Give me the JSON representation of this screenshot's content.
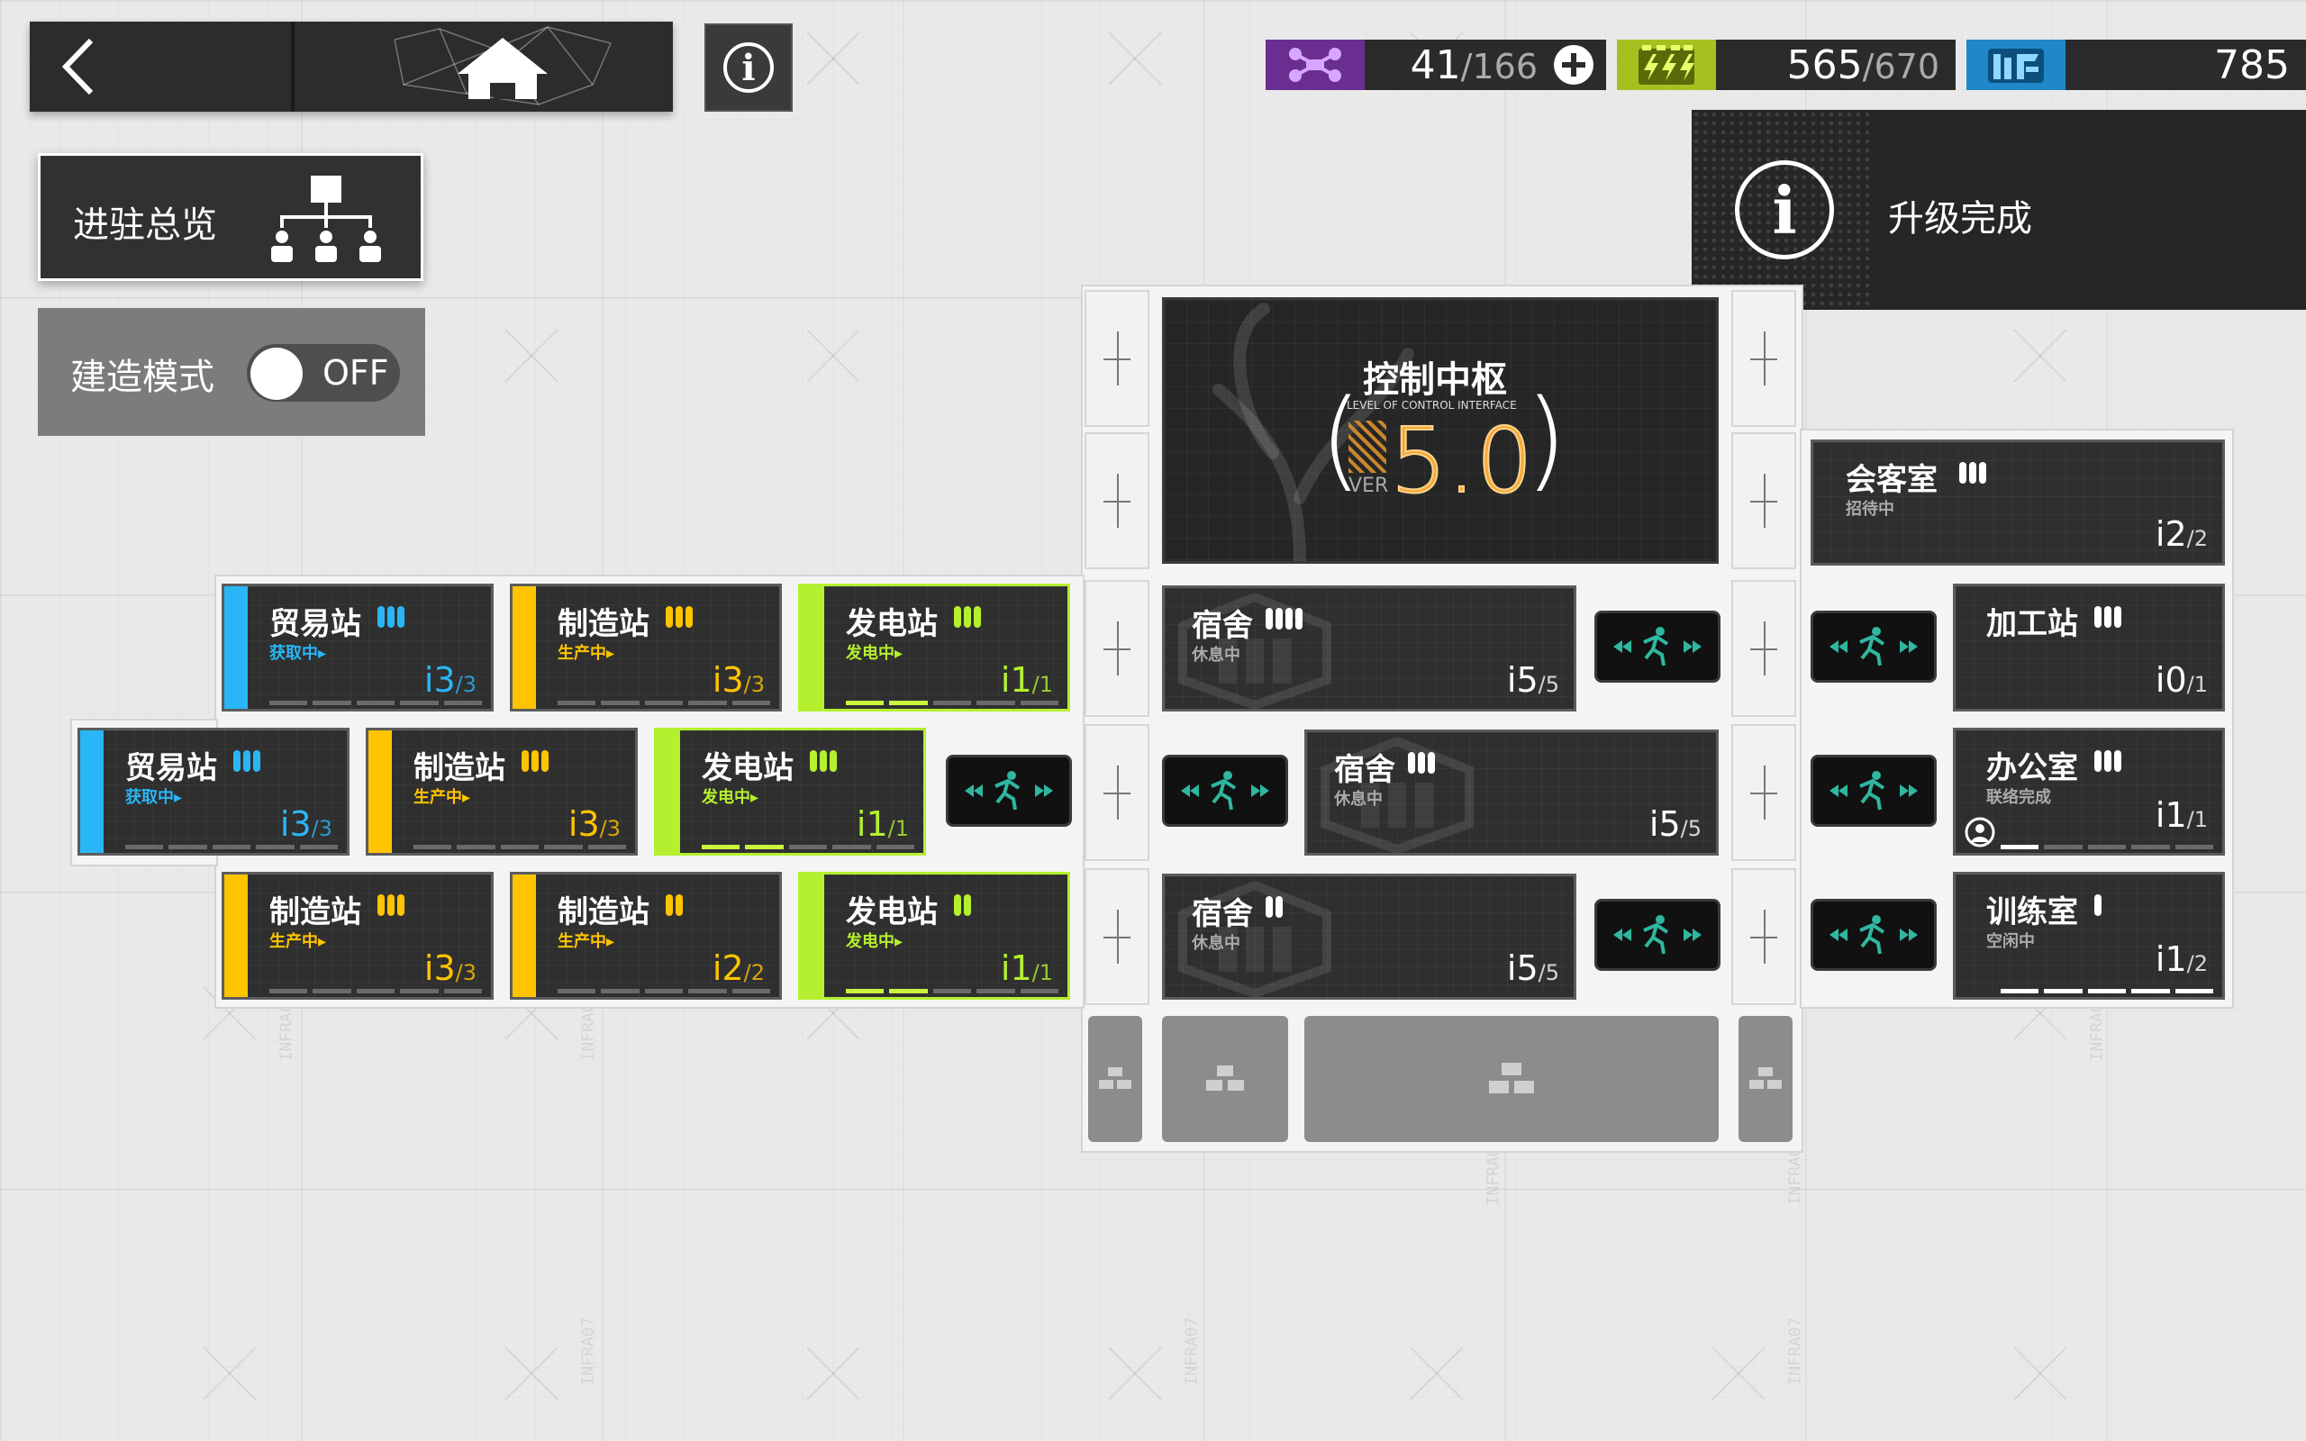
{
  "topbar": {
    "back_icon": "chevron-left-icon",
    "home_icon": "home-icon",
    "info_icon": "info-icon"
  },
  "resources": [
    {
      "icon": "drone-icon",
      "value": "41",
      "max": "/166",
      "color": "#8a3fb8"
    },
    {
      "icon": "battery-icon",
      "value": "565",
      "max": "/670",
      "color": "#b6d229"
    },
    {
      "icon": "building-material-icon",
      "value": "785",
      "max": "",
      "color": "#2a9bd8"
    }
  ],
  "overview": {
    "label": "进驻总览"
  },
  "build_mode": {
    "label": "建造模式",
    "state": "OFF"
  },
  "notification": {
    "text": "升级完成"
  },
  "control_center": {
    "name": "控制中枢",
    "subtitle": "LEVEL OF CONTROL INTERFACE",
    "ver_label": "VER",
    "level": "5.0"
  },
  "rooms": {
    "trade_a": {
      "name": "贸易站",
      "status": "获取中▸",
      "count": "3",
      "max": "/3",
      "pips": 3
    },
    "mfg_a": {
      "name": "制造站",
      "status": "生产中▸",
      "count": "3",
      "max": "/3",
      "pips": 3
    },
    "power_a": {
      "name": "发电站",
      "status": "发电中▸",
      "count": "1",
      "max": "/1",
      "pips": 3
    },
    "trade_b": {
      "name": "贸易站",
      "status": "获取中▸",
      "count": "3",
      "max": "/3",
      "pips": 3
    },
    "mfg_b": {
      "name": "制造站",
      "status": "生产中▸",
      "count": "3",
      "max": "/3",
      "pips": 3
    },
    "power_b": {
      "name": "发电站",
      "status": "发电中▸",
      "count": "1",
      "max": "/1",
      "pips": 3
    },
    "mfg_c": {
      "name": "制造站",
      "status": "生产中▸",
      "count": "3",
      "max": "/3",
      "pips": 3
    },
    "mfg_d": {
      "name": "制造站",
      "status": "生产中▸",
      "count": "2",
      "max": "/2",
      "pips": 2
    },
    "power_c": {
      "name": "发电站",
      "status": "发电中▸",
      "count": "1",
      "max": "/1",
      "pips": 2
    },
    "dorm_a": {
      "name": "宿舍",
      "status": "休息中",
      "count": "5",
      "max": "/5",
      "pips": 4
    },
    "dorm_b": {
      "name": "宿舍",
      "status": "休息中",
      "count": "5",
      "max": "/5",
      "pips": 3
    },
    "dorm_c": {
      "name": "宿舍",
      "status": "休息中",
      "count": "5",
      "max": "/5",
      "pips": 2
    },
    "reception": {
      "name": "会客室",
      "status": "招待中",
      "count": "2",
      "max": "/2",
      "pips": 3
    },
    "workshop": {
      "name": "加工站",
      "status": "",
      "count": "0",
      "max": "/1",
      "pips": 3
    },
    "office": {
      "name": "办公室",
      "status": "联络完成",
      "count": "1",
      "max": "/1",
      "pips": 3
    },
    "training": {
      "name": "训练室",
      "status": "空闲中",
      "count": "1",
      "max": "/2",
      "pips": 1
    }
  },
  "colors": {
    "trade": "#29b6f6",
    "manufacture": "#ffc400",
    "power": "#b4f02f",
    "dorm": "#9e9e9e"
  }
}
